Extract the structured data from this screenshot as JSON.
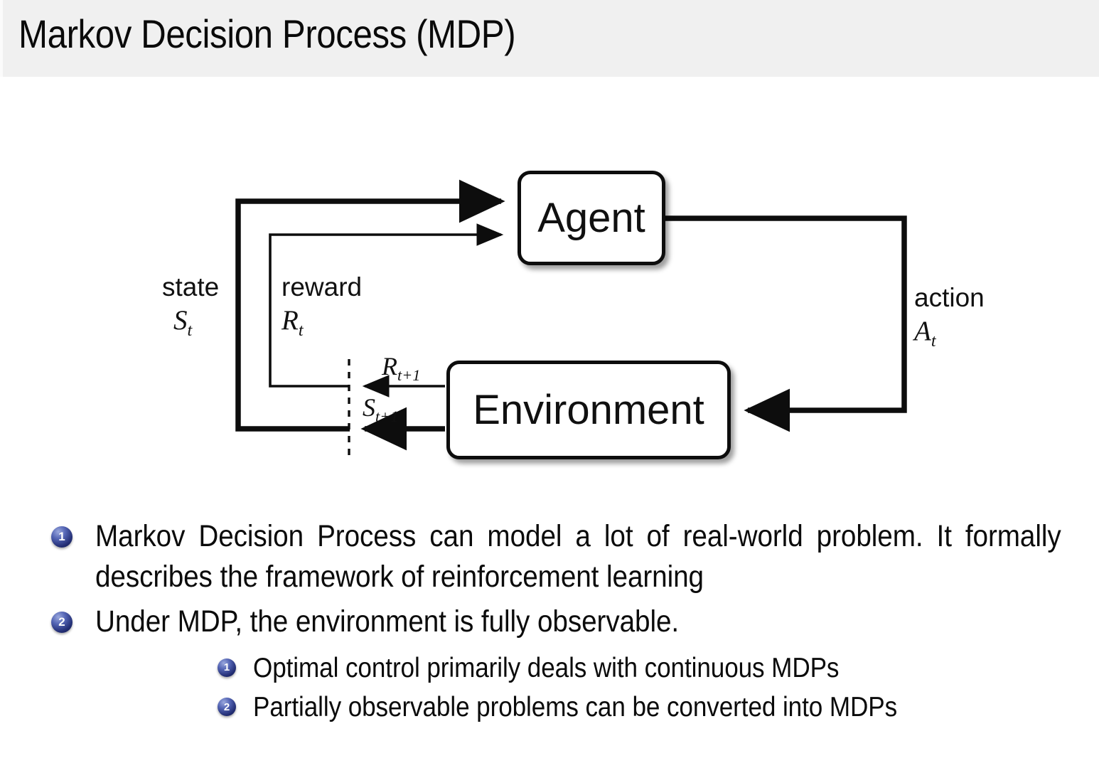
{
  "header": {
    "title": "Markov Decision Process (MDP)",
    "band_color": "#f0f0f0",
    "title_color": "#0a0a0a"
  },
  "diagram": {
    "name": "agent-environment-interaction-loop",
    "boxes": {
      "agent": "Agent",
      "environment": "Environment"
    },
    "labels": {
      "state_word": "state",
      "state_math": "S",
      "state_sub": "t",
      "reward_word": "reward",
      "reward_math": "R",
      "reward_sub": "t",
      "action_word": "action",
      "action_math": "A",
      "action_sub": "t"
    },
    "arrow_labels": {
      "reward_next_math": "R",
      "reward_next_sub": "t+1",
      "state_next_math": "S",
      "state_next_sub": "t+1"
    },
    "stroke_color": "#0d0d0d"
  },
  "bullets": {
    "items": [
      {
        "marker": "1",
        "text": "Markov Decision Process can model a lot of real-world problem. It formally describes the framework of reinforcement learning"
      },
      {
        "marker": "2",
        "text": "Under MDP, the environment is fully observable.",
        "subitems": [
          {
            "marker": "1",
            "text": "Optimal control primarily deals with continuous MDPs"
          },
          {
            "marker": "2",
            "text": "Partially observable problems can be converted into MDPs"
          }
        ]
      }
    ],
    "marker_color": "#222d73"
  }
}
